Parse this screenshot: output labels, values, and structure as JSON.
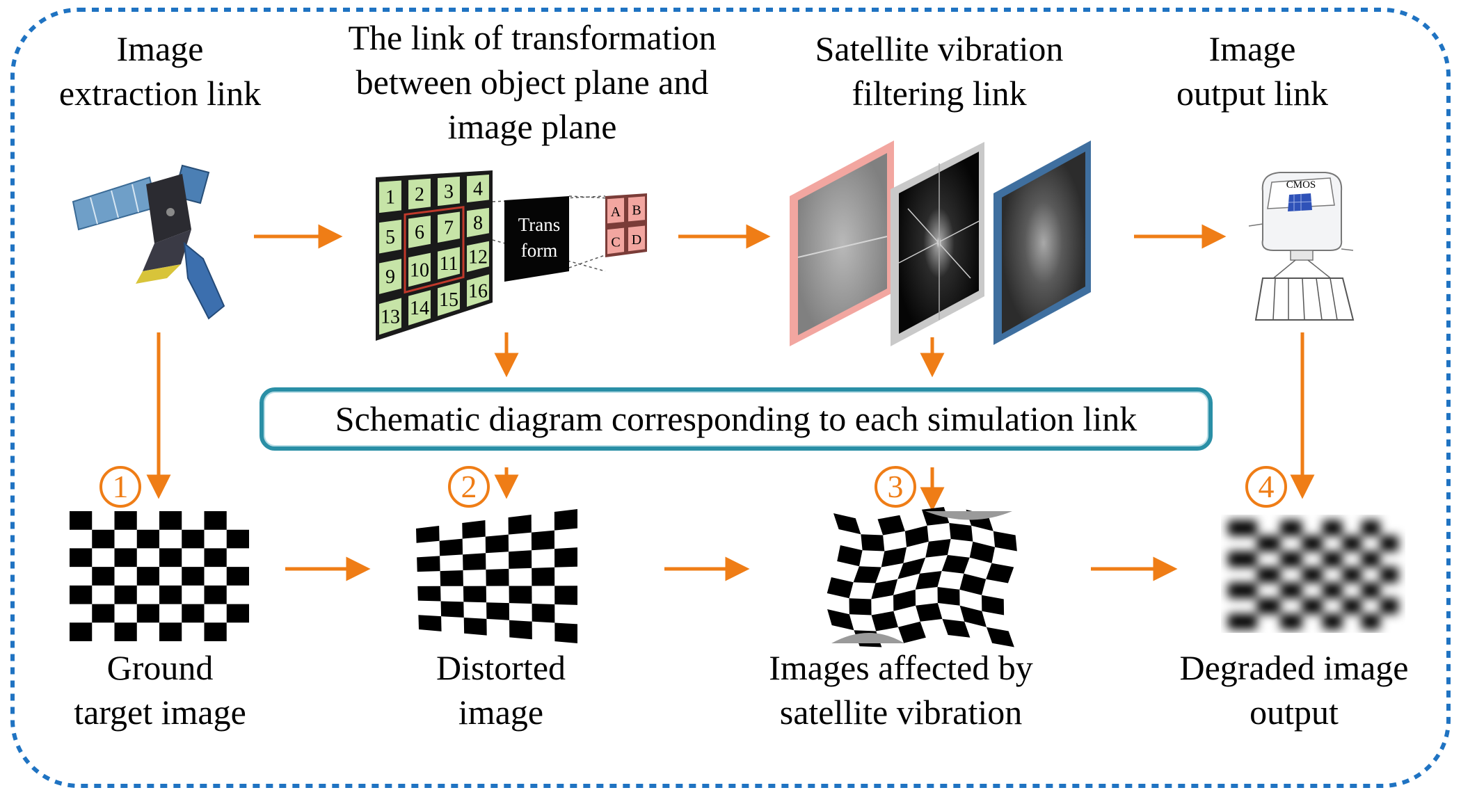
{
  "top_labels": {
    "extraction": [
      "Image",
      "extraction link"
    ],
    "transformation": [
      "The link of transformation",
      "between object plane and",
      "image plane"
    ],
    "vibration": [
      "Satellite vibration",
      "filtering link"
    ],
    "output": [
      "Image",
      "output link"
    ]
  },
  "callout": "Schematic diagram corresponding to each simulation link",
  "step_numbers": [
    "1",
    "2",
    "3",
    "4"
  ],
  "bottom_labels": {
    "ground": [
      "Ground",
      "target image"
    ],
    "distorted": [
      "Distorted",
      "image"
    ],
    "affected": [
      "Images affected by",
      "satellite vibration"
    ],
    "degraded": [
      "Degraded image",
      "output"
    ]
  },
  "grid_cells": [
    "1",
    "2",
    "3",
    "4",
    "5",
    "6",
    "7",
    "8",
    "9",
    "10",
    "11",
    "12",
    "13",
    "14",
    "15",
    "16"
  ],
  "transform_box": [
    "Trans",
    "form"
  ],
  "result_cells": [
    "A",
    "B",
    "C",
    "D"
  ],
  "camera_label": "CMOS",
  "colors": {
    "frame": "#1f73c2",
    "arrow": "#ef7d16",
    "callout_border": "#2a8fa6",
    "grid_cell": "#c6e4a7",
    "result_cell": "#f2a6a0"
  }
}
